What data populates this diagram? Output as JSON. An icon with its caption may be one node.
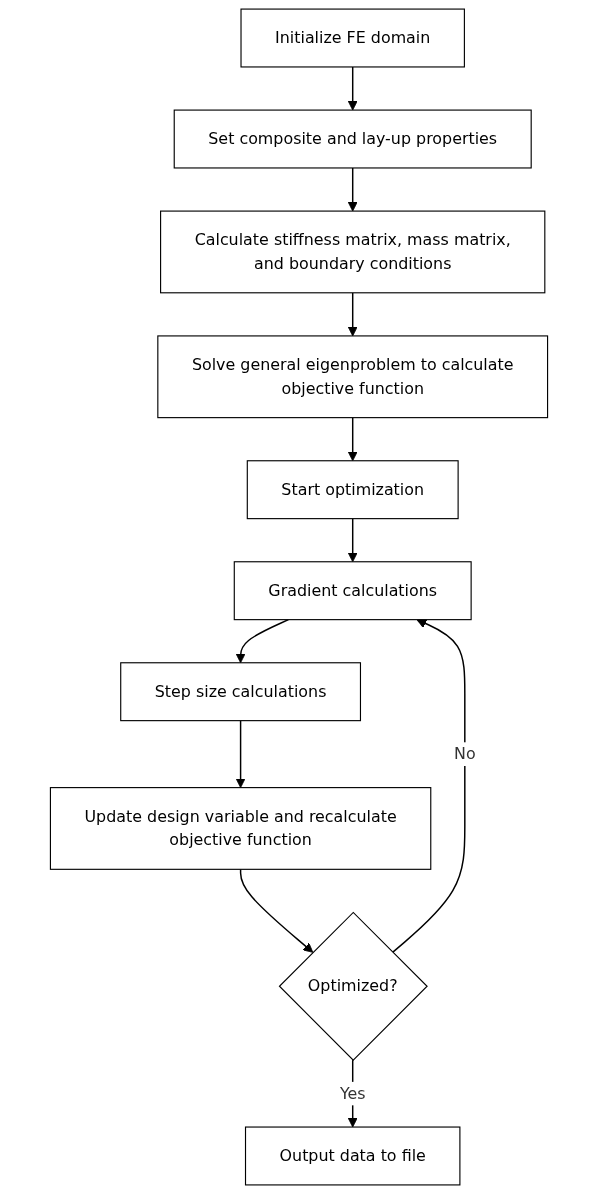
{
  "diagram": {
    "nodes": [
      {
        "text": [
          "Initialize FE domain"
        ]
      },
      {
        "text": [
          "Set composite and lay-up properties"
        ]
      },
      {
        "text": [
          "Calculate stiffness matrix, mass matrix, and boundary conditions"
        ]
      },
      {
        "text": [
          "Solve general eigenproblem to calculate objective function"
        ]
      },
      {
        "text": [
          "Start optimization"
        ]
      },
      {
        "text": [
          "Gradient calculations"
        ]
      },
      {
        "text": [
          "Step size calculations"
        ]
      },
      {
        "text": [
          "Update design variable and recalculate objective function"
        ]
      },
      {
        "text": [
          "Optimized?"
        ]
      },
      {
        "text": [
          "Output data to file"
        ]
      }
    ],
    "edges": [
      {
        "from": 0,
        "to": 1,
        "arrow": "to"
      },
      {
        "from": 1,
        "to": 2,
        "arrow": "to"
      },
      {
        "from": 2,
        "to": 3,
        "arrow": "to"
      },
      {
        "from": 3,
        "to": 4,
        "arrow": "to"
      },
      {
        "from": 4,
        "to": 5,
        "arrow": "to"
      },
      {
        "from": 5,
        "to": 6,
        "arrow": "to"
      },
      {
        "from": 6,
        "to": 7,
        "arrow": "to"
      },
      {
        "from": 7,
        "to": 8,
        "arrow": "to"
      },
      {
        "from": 8,
        "to": 9,
        "label": "Yes",
        "arrow": "to"
      },
      {
        "from": 8,
        "to": 5,
        "label": "No",
        "arrow": "to"
      }
    ]
  }
}
